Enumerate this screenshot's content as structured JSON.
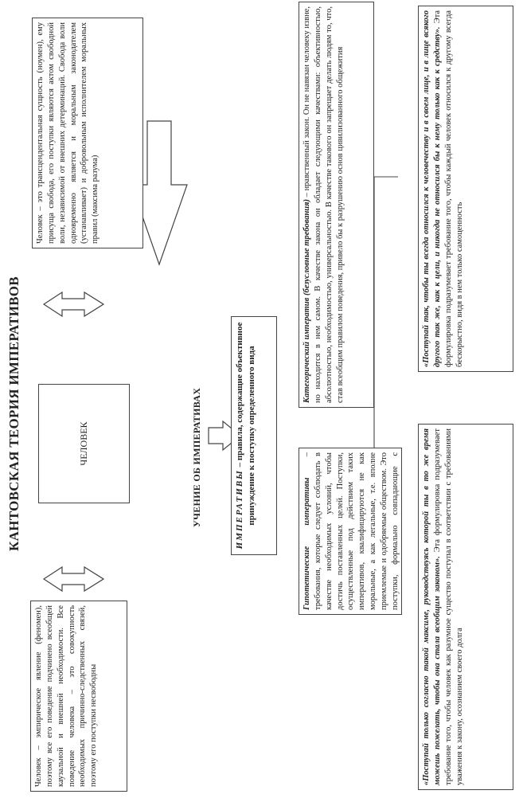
{
  "title": "КАНТОВСКАЯ ТЕОРИЯ ИМПЕРАТИВОВ",
  "subtitle": "УЧЕНИЕ ОБ ИМПЕРАТИВАХ",
  "person_box": "ЧЕЛОВЕК",
  "phenomenon_box": "Человек – эмпирическое явление (феномен), поэтому все его поведение подчинено всеобщей каузальной и внешней необходимости. Все поведение человека – это совокупность необходимых причинно-следственных связей, поэтому его поступки несвободны",
  "noumenon_box": "Человек – это трансцендентальная сущность (ноумен), ему присуща свобода, его поступки являются актом свободной воли, независимой от внешних детерминаций. Свобода воли одновременно является и моральным законодателем (устанавливает) и добровольным исполнителем моральных правил (максима разума)",
  "imperatives_box": {
    "heading": "ИМПЕРАТИВЫ",
    "text": "– правила, содержащие объективное принуждение к поступку определенного вида"
  },
  "hypothetical_box": {
    "heading": "Гипотетические императивы",
    "text": "– требования, которые следует соблюдать в качестве необходимых условий, чтобы достичь поставленных целей. Поступки, осуществленные под действием таких императивов, квалифицируются не как моральные, а как легальные, т.е. вполне приемлемые и одобряемые обществом. Это поступки, формально совпадающие с действиями закона"
  },
  "categorical_box": {
    "heading": "Категорический императив (безусловные требования)",
    "text": "– нравственный закон. Он не навязан человеку извне, но находится в нем самом. В качестве закона он обладает следующими качествами: объективностью, абсолютностью, необходимостью, универсальностью. В качестве такового он запрещает делать людям то, что, став всеобщим правилом поведения, привело бы к разрушению основ цивилизованного общежития"
  },
  "formula1_box": {
    "heading": "«Поступай только согласно такой максиме, руководствуясь которой ты в то же время можешь пожелать, чтобы она стала всеобщим законом».",
    "text": "Эта формулировка подразумевает требование того, чтобы человек как разумное существо поступал в соответствии с требованиями уважения к закону, осознанием своего долга"
  },
  "formula2_box": {
    "heading": "«Поступай так, чтобы ты всегда относился к человечеству и в своем лице, и в лице всякого другого так же, как к цели, и никогда не относился бы к нему только как к средству».",
    "text": "Эта формулировка подразумевает требование того, чтобы каждый человек относился к другому всегда бескорыстно, видя в нем только самоценность"
  }
}
